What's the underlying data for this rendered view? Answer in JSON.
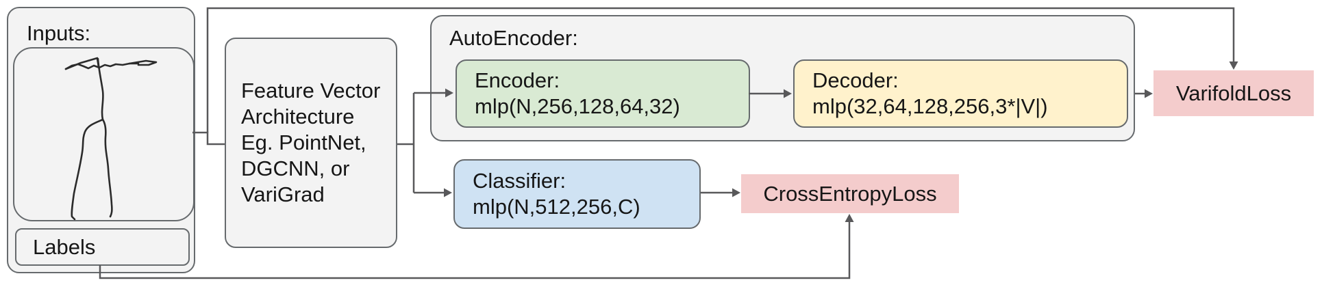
{
  "palette": {
    "background": "#ffffff",
    "panel_fill": "#f3f3f3",
    "panel_border": "#666a6d",
    "connector": "#58585a",
    "encoder_fill": "#d9ead3",
    "decoder_fill": "#fff2cc",
    "classifier_fill": "#cfe2f3",
    "loss_fill": "#f4cccc",
    "text": "#161616",
    "sketch_stroke": "#2b2b2b"
  },
  "inputs_panel": {
    "title": "Inputs:",
    "labels_box": "Labels"
  },
  "feature_vector_box": {
    "text": "Feature Vector\nArchitecture\nEg. PointNet,\nDGCNN, or\nVariGrad"
  },
  "autoencoder_panel": {
    "title": "AutoEncoder:"
  },
  "encoder_box": {
    "title": "Encoder:",
    "formula": "mlp(N,256,128,64,32)"
  },
  "decoder_box": {
    "title": "Decoder:",
    "formula": "mlp(32,64,128,256,3*|V|)"
  },
  "classifier_box": {
    "title": "Classifier:",
    "formula": "mlp(N,512,256,C)"
  },
  "varifold_loss_box": {
    "label": "VarifoldLoss"
  },
  "cross_entropy_loss_box": {
    "label": "CrossEntropyLoss"
  }
}
